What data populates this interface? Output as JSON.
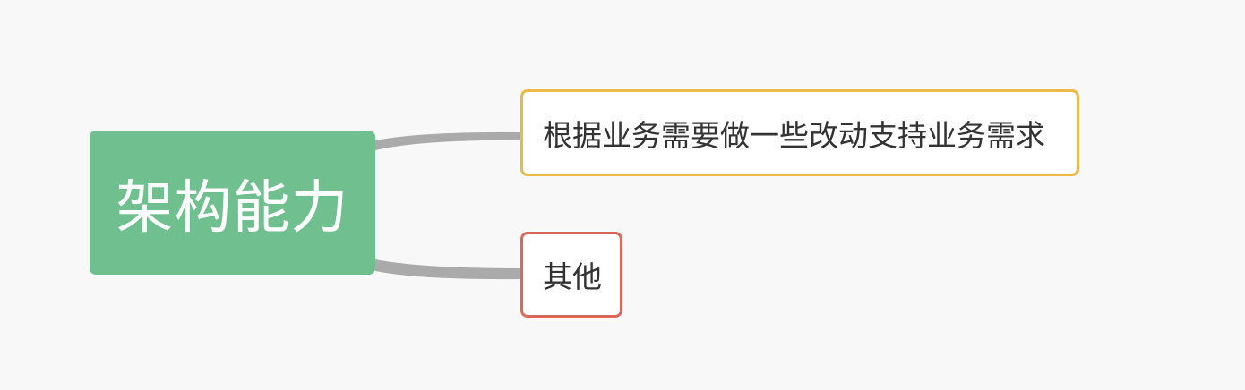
{
  "mindmap": {
    "root": {
      "label": "架构能力",
      "color": "#70bf8e"
    },
    "branches": [
      {
        "label": "根据业务需要做一些改动支持业务需求",
        "border_color": "#ebb84a"
      },
      {
        "label": "其他",
        "border_color": "#d9685b"
      }
    ],
    "connector_color": "#aaaaaa",
    "background": "#f8f8f8"
  }
}
